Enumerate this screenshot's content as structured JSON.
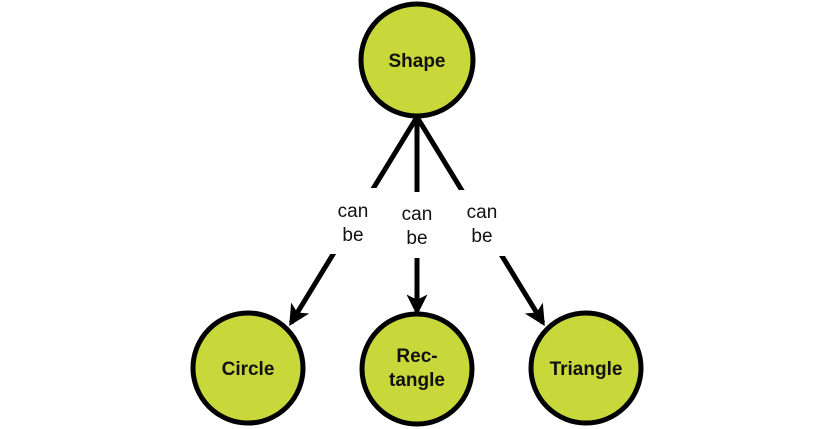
{
  "diagram": {
    "type": "tree",
    "root": {
      "id": "shape",
      "label": [
        "Shape"
      ]
    },
    "children": [
      {
        "id": "circle",
        "label": [
          "Circle"
        ],
        "edge_label": [
          "can",
          "be"
        ]
      },
      {
        "id": "rectangle",
        "label": [
          "Rec-",
          "tangle"
        ],
        "edge_label": [
          "can",
          "be"
        ]
      },
      {
        "id": "triangle",
        "label": [
          "Triangle"
        ],
        "edge_label": [
          "can",
          "be"
        ]
      }
    ],
    "colors": {
      "node_fill": "#c8d73a",
      "stroke": "#000000",
      "background": "#ffffff"
    }
  }
}
